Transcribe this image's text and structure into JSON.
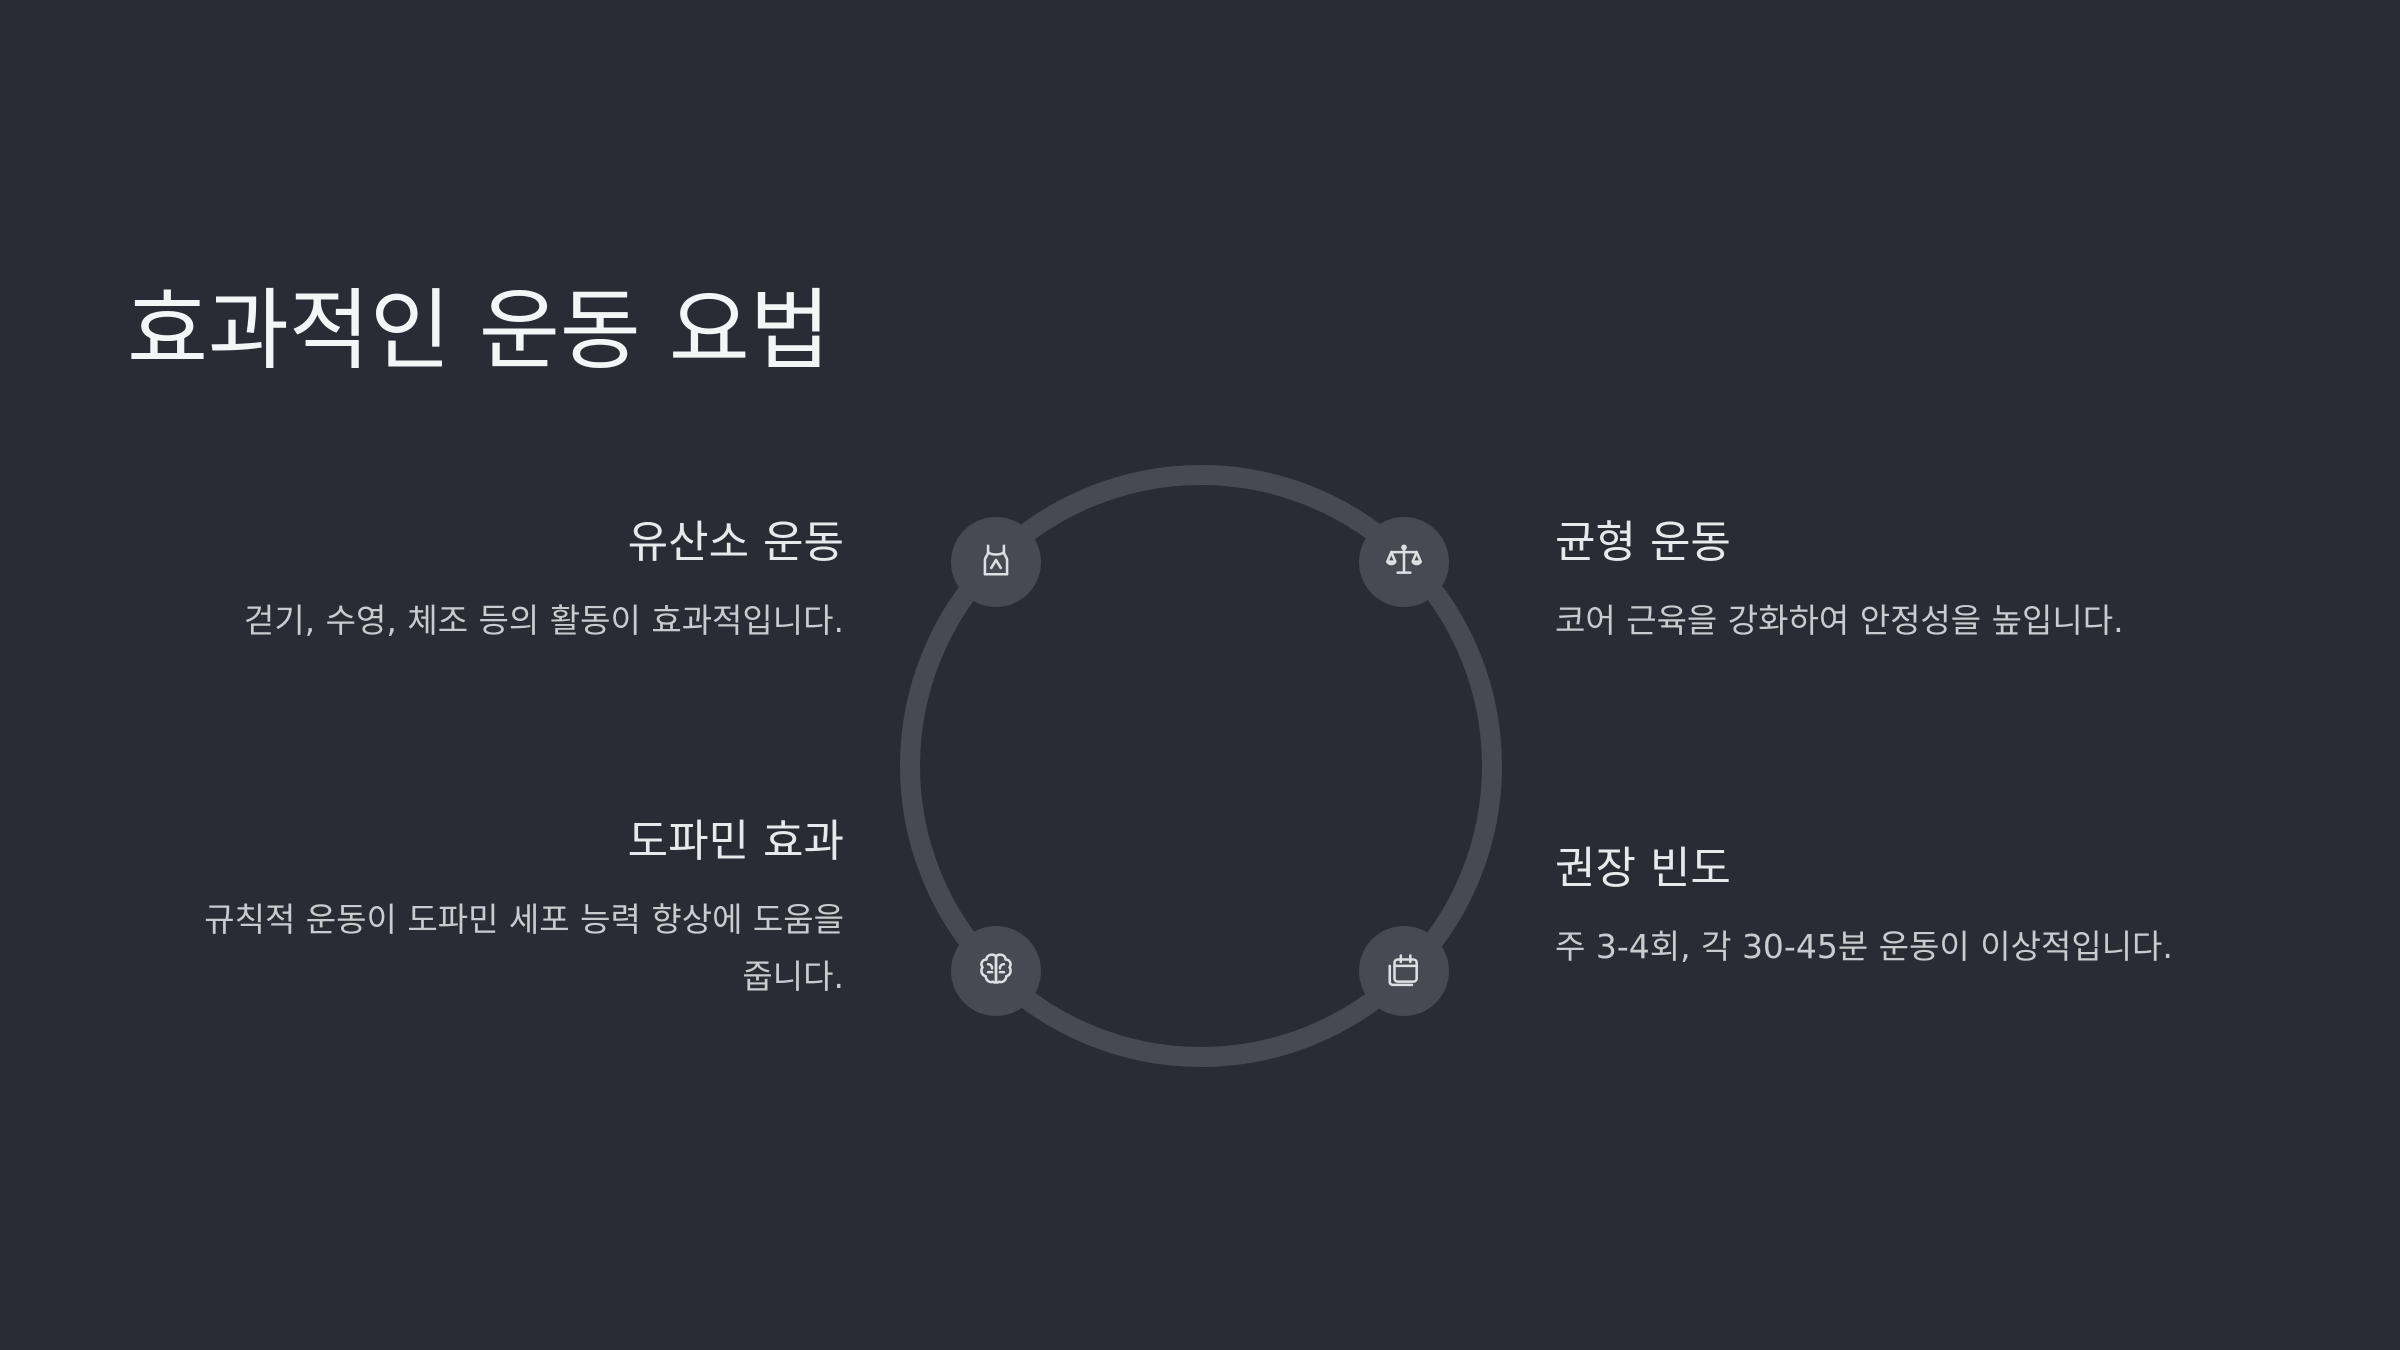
{
  "title": "효과적인 운동 요법",
  "items": [
    {
      "title": "유산소 운동",
      "description": "걷기, 수영, 체조 등의 활동이 효과적입니다.",
      "icon": "tank-top-icon"
    },
    {
      "title": "균형 운동",
      "description": "코어 근육을 강화하여 안정성을 높입니다.",
      "icon": "balance-scale-icon"
    },
    {
      "title": "도파민 효과",
      "description": "규칙적 운동이 도파민 세포 능력 향상에 도움을 줍니다.",
      "icon": "brain-icon"
    },
    {
      "title": "권장 빈도",
      "description": "주 3-4회, 각 30-45분 운동이 이상적입니다.",
      "icon": "calendar-icon"
    }
  ],
  "colors": {
    "background": "#292c34",
    "ring": "#474a52",
    "text": "#e3e4e6"
  }
}
